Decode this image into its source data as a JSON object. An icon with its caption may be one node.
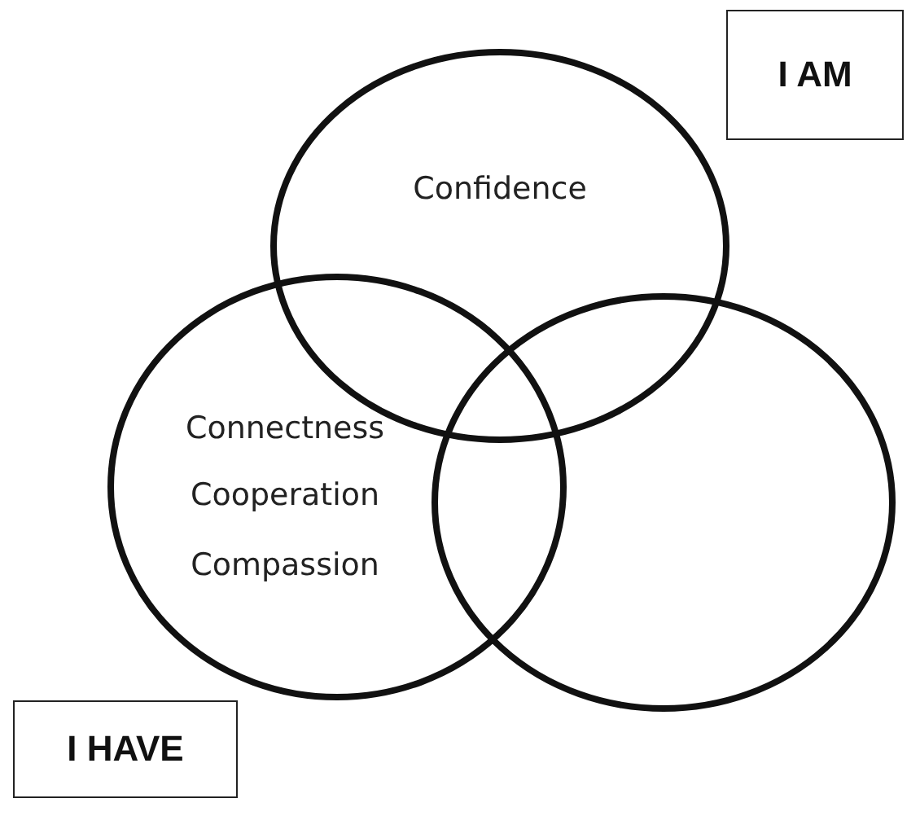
{
  "diagram": {
    "nodes": [
      {
        "text": [
          "Confidence"
        ]
      },
      {
        "text": [
          "Connectness",
          "Cooperation",
          "Compassion"
        ]
      },
      {
        "text": [],
        "shape": "circle"
      },
      {
        "text": [
          "I AM"
        ]
      },
      {
        "text": [
          "I HAVE"
        ]
      }
    ]
  }
}
